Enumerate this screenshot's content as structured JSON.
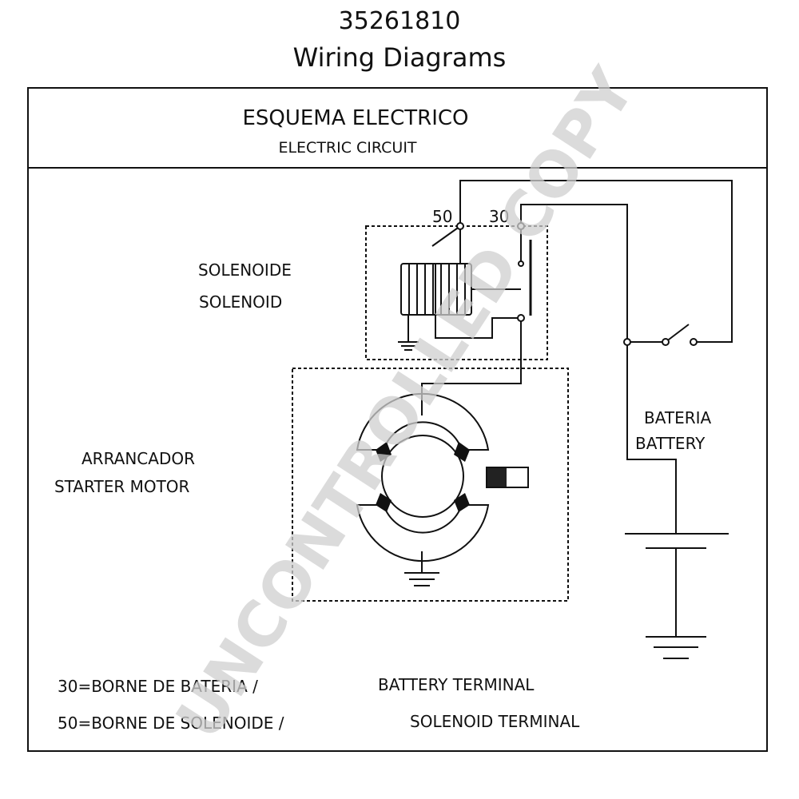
{
  "header": {
    "part_number": "35261810",
    "title": "Wiring Diagrams"
  },
  "panel": {
    "title_es": "ESQUEMA ELECTRICO",
    "title_en": "ELECTRIC CIRCUIT"
  },
  "components": {
    "solenoid_es": "SOLENOIDE",
    "solenoid_en": "SOLENOID",
    "starter_es": "ARRANCADOR",
    "starter_en": "STARTER MOTOR",
    "battery_es": "BATERIA",
    "battery_en": "BATTERY"
  },
  "terminals": {
    "t50": "50",
    "t30": "30"
  },
  "legend": {
    "line1_es": "30=BORNE DE BATERIA /",
    "line1_en": "BATTERY TERMINAL",
    "line2_es": "50=BORNE DE SOLENOIDE /",
    "line2_en": "SOLENOID TERMINAL"
  },
  "watermark": "UNCONTROLLED COPY"
}
